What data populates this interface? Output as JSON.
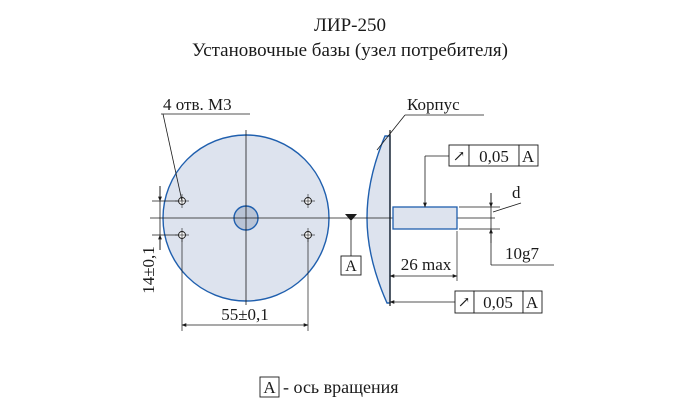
{
  "title": "ЛИР-250",
  "subtitle": "Установочные базы (узел потребителя)",
  "holes_label": "4 отв. М3",
  "housing_label": "Корпус",
  "tolerance_top": {
    "symbol": "↗",
    "value": "0,05",
    "datum": "A"
  },
  "tolerance_bottom": {
    "symbol": "↗",
    "value": "0,05",
    "datum": "A"
  },
  "shaft_diameter_label": "d",
  "shaft_fit_label": "10g7",
  "shaft_length_label": "26 max",
  "datum_box_label": "A",
  "dim_vertical_label": "14±0,1",
  "dim_horizontal_label": "55±0,1",
  "legend": {
    "datum": "A",
    "text": "- ось вращения"
  },
  "colors": {
    "fill": "#dde3ee",
    "outline": "#1f5fae",
    "line": "#1a1a1a"
  }
}
